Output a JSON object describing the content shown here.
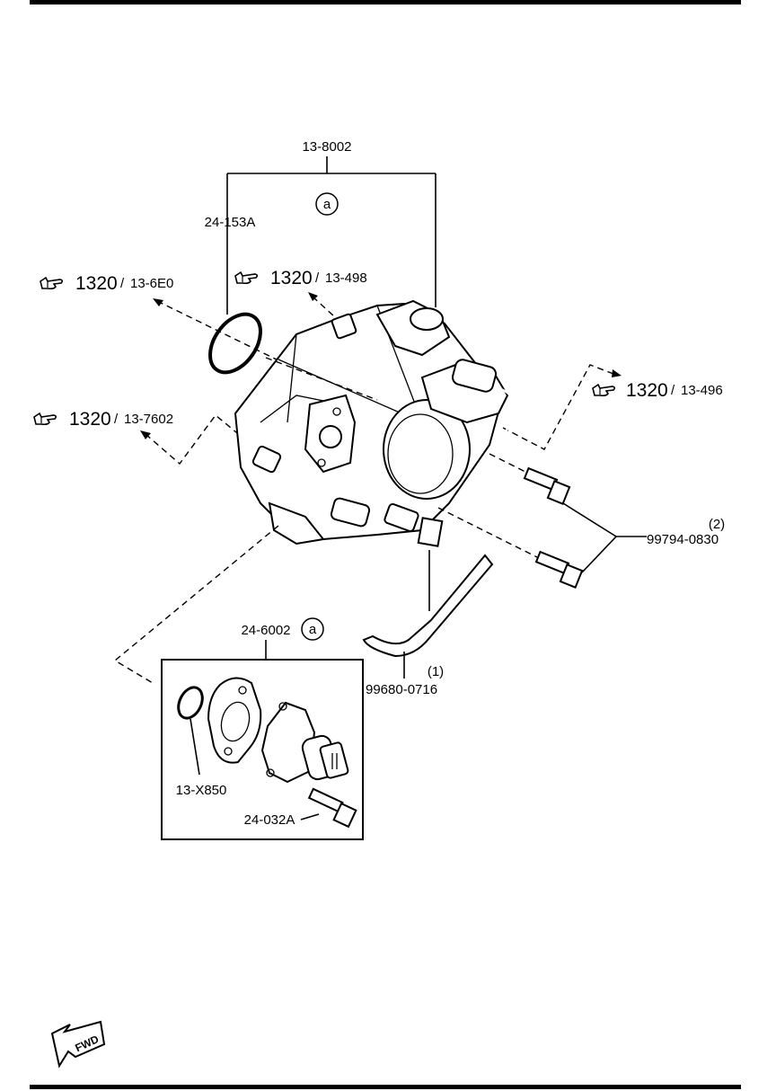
{
  "callouts": {
    "assembly": "13-8002",
    "oring_top": "24-153A",
    "kit": "24-6002",
    "small_oring": "13-X850",
    "kit_bolt": "24-032A",
    "bolt_qty": "(2)",
    "bolt": "99794-0830",
    "wrench_qty": "(1)",
    "wrench": "99680-0716",
    "marker_top": "a",
    "marker_kit": "a"
  },
  "references": [
    {
      "group": "1320",
      "code": "13-6E0"
    },
    {
      "group": "1320",
      "code": "13-498"
    },
    {
      "group": "1320",
      "code": "13-496"
    },
    {
      "group": "1320",
      "code": "13-7602"
    }
  ],
  "fwd_label": "FWD",
  "icons": [
    "hand-pointer-icon",
    "fwd-arrow-icon"
  ]
}
